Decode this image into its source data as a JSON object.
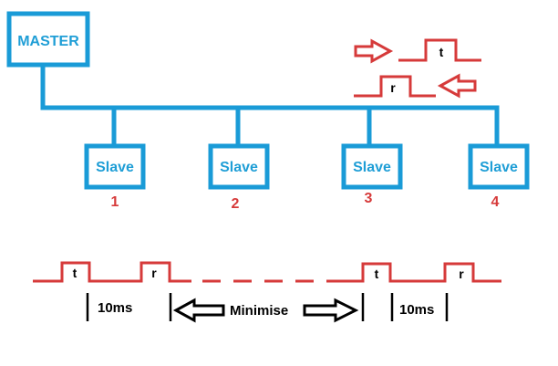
{
  "colors": {
    "bus": "#1a9bd7",
    "signal": "#d63a3a",
    "ink": "#000000",
    "label": "#1f9ed6"
  },
  "master": {
    "label": "MASTER"
  },
  "slaves": [
    {
      "label": "Slave",
      "number": "1"
    },
    {
      "label": "Slave",
      "number": "2"
    },
    {
      "label": "Slave",
      "number": "3"
    },
    {
      "label": "Slave",
      "number": "4"
    }
  ],
  "bus_signals": {
    "transmit_letter": "t",
    "receive_letter": "r"
  },
  "timeline": {
    "pulses": [
      "t",
      "r",
      "t",
      "r"
    ],
    "interval_left": "10ms",
    "interval_right": "10ms",
    "gap_label": "Minimise"
  }
}
